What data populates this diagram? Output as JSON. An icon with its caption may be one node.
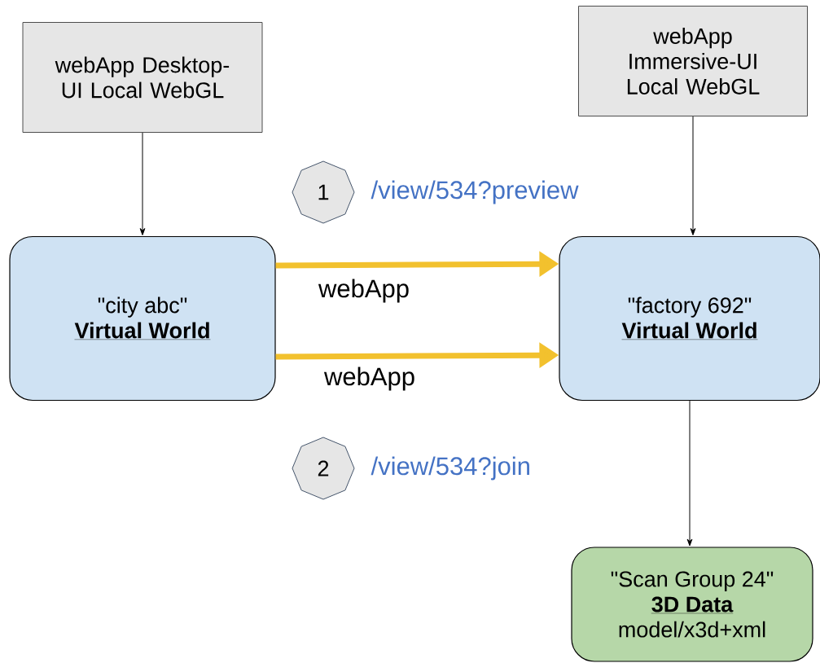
{
  "diagram": {
    "nodes": [
      {
        "text": [
          "webApp Desktop-UI Local WebGL"
        ]
      },
      {
        "text": [
          "webApp Immersive-UI Local WebGL"
        ]
      },
      {
        "text": [
          "\"city abc\"",
          "Virtual World"
        ]
      },
      {
        "text": [
          "\"factory 692\"",
          "Virtual World"
        ]
      },
      {
        "text": [
          "1"
        ],
        "beside": [
          "/view/534?preview"
        ]
      },
      {
        "text": [
          "2"
        ],
        "beside": [
          "/view/534?join"
        ]
      },
      {
        "text": [
          "\"Scan Group 24\"",
          "3D Data",
          "model/x3d+xml"
        ]
      }
    ],
    "edges": [
      {
        "from": 0,
        "to": 2,
        "arrow": "to"
      },
      {
        "from": 1,
        "to": 3,
        "arrow": "to"
      },
      {
        "from": 2,
        "to": 3,
        "arrow": "to",
        "label": "webApp",
        "style": "thick",
        "color": "#f2c12e"
      },
      {
        "from": 2,
        "to": 3,
        "arrow": "to",
        "label": "webApp",
        "style": "thick",
        "color": "#f2c12e"
      },
      {
        "from": 3,
        "to": 6,
        "arrow": "to"
      }
    ]
  }
}
